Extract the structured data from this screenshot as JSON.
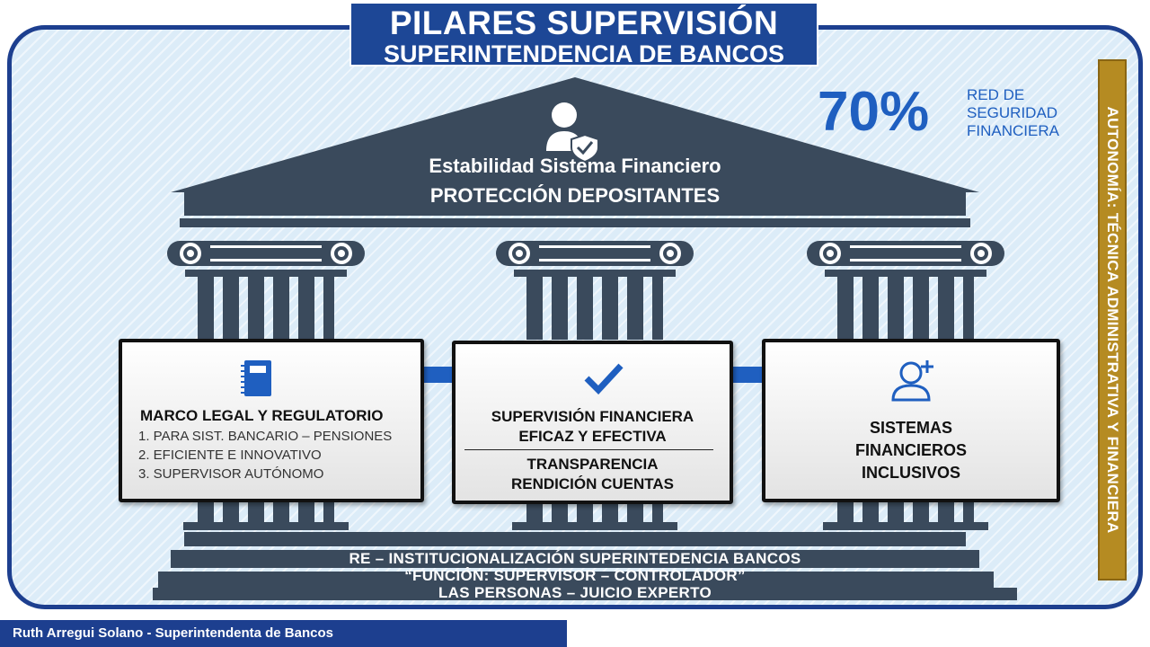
{
  "title": {
    "line1": "PILARES SUPERVISIÓN",
    "line2": "SUPERINTENDENCIA DE BANCOS"
  },
  "roof": {
    "line1": "Estabilidad Sistema Financiero",
    "line2": "PROTECCIÓN DEPOSITANTES",
    "icon": "person-shield-icon"
  },
  "stat": {
    "value": "70%",
    "label_lines": [
      "RED DE",
      "SEGURIDAD",
      "FINANCIERA"
    ]
  },
  "side_banner": "AUTONOMÍA: TÉCNICA ADMINISTRATIVA Y FINANCIERA",
  "pillars": [
    {
      "icon": "notebook-icon",
      "heading": "MARCO LEGAL Y REGULATORIO",
      "items": [
        "1. PARA SIST. BANCARIO – PENSIONES",
        "2. EFICIENTE E INNOVATIVO",
        "3. SUPERVISOR AUTÓNOMO"
      ]
    },
    {
      "icon": "checkmark-icon",
      "line1": "SUPERVISIÓN FINANCIERA",
      "line2": "EFICAZ Y EFECTIVA",
      "line3": "TRANSPARENCIA",
      "line4": "RENDICIÓN CUENTAS"
    },
    {
      "icon": "add-user-icon",
      "line1": "SISTEMAS",
      "line2": "FINANCIEROS",
      "line3": "INCLUSIVOS"
    }
  ],
  "base": {
    "line1": "RE – INSTITUCIONALIZACIÓN SUPERINTEDENCIA BANCOS",
    "line2": "“FUNCIÓN: SUPERVISOR – CONTROLADOR”",
    "line3": "LAS PERSONAS – JUICIO EXPERTO"
  },
  "footer": "Ruth Arregui Solano - Superintendenta de Bancos",
  "colors": {
    "navy": "#1d3f8f",
    "slate": "#3a4a5c",
    "blue": "#1f5fc0",
    "gold": "#b58b22",
    "sky": "#dcecf8"
  }
}
